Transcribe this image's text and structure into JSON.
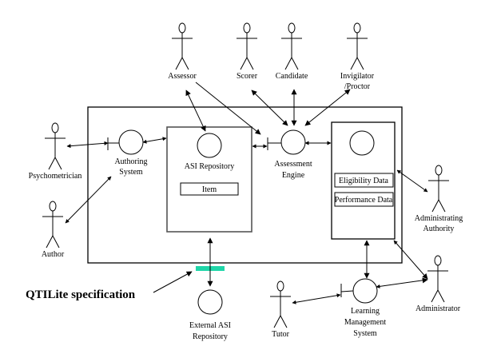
{
  "diagram": {
    "actors": {
      "assessor": "Assessor",
      "scorer": "Scorer",
      "candidate": "Candidate",
      "invigilator_line1": "Invigilator",
      "invigilator_line2": "/Proctor",
      "psychometrician": "Psychometrician",
      "author": "Author",
      "administrating_authority_line1": "Administrating",
      "administrating_authority_line2": "Authority",
      "administrator": "Administrator",
      "tutor": "Tutor"
    },
    "components": {
      "authoring_system_line1": "Authoring",
      "authoring_system_line2": "System",
      "asi_repository": "ASI Repository",
      "item": "Item",
      "assessment_engine_line1": "Assessment",
      "assessment_engine_line2": "Engine",
      "eligibility_data": "Eligibility Data",
      "performance_data": "Performance Data",
      "lms_line1": "Learning",
      "lms_line2": "Management",
      "lms_line3": "System",
      "external_asi_line1": "External ASI",
      "external_asi_line2": "Repository"
    },
    "annotation": "QTILite specification",
    "colors": {
      "spec_bar": "#1fd6a8"
    }
  }
}
